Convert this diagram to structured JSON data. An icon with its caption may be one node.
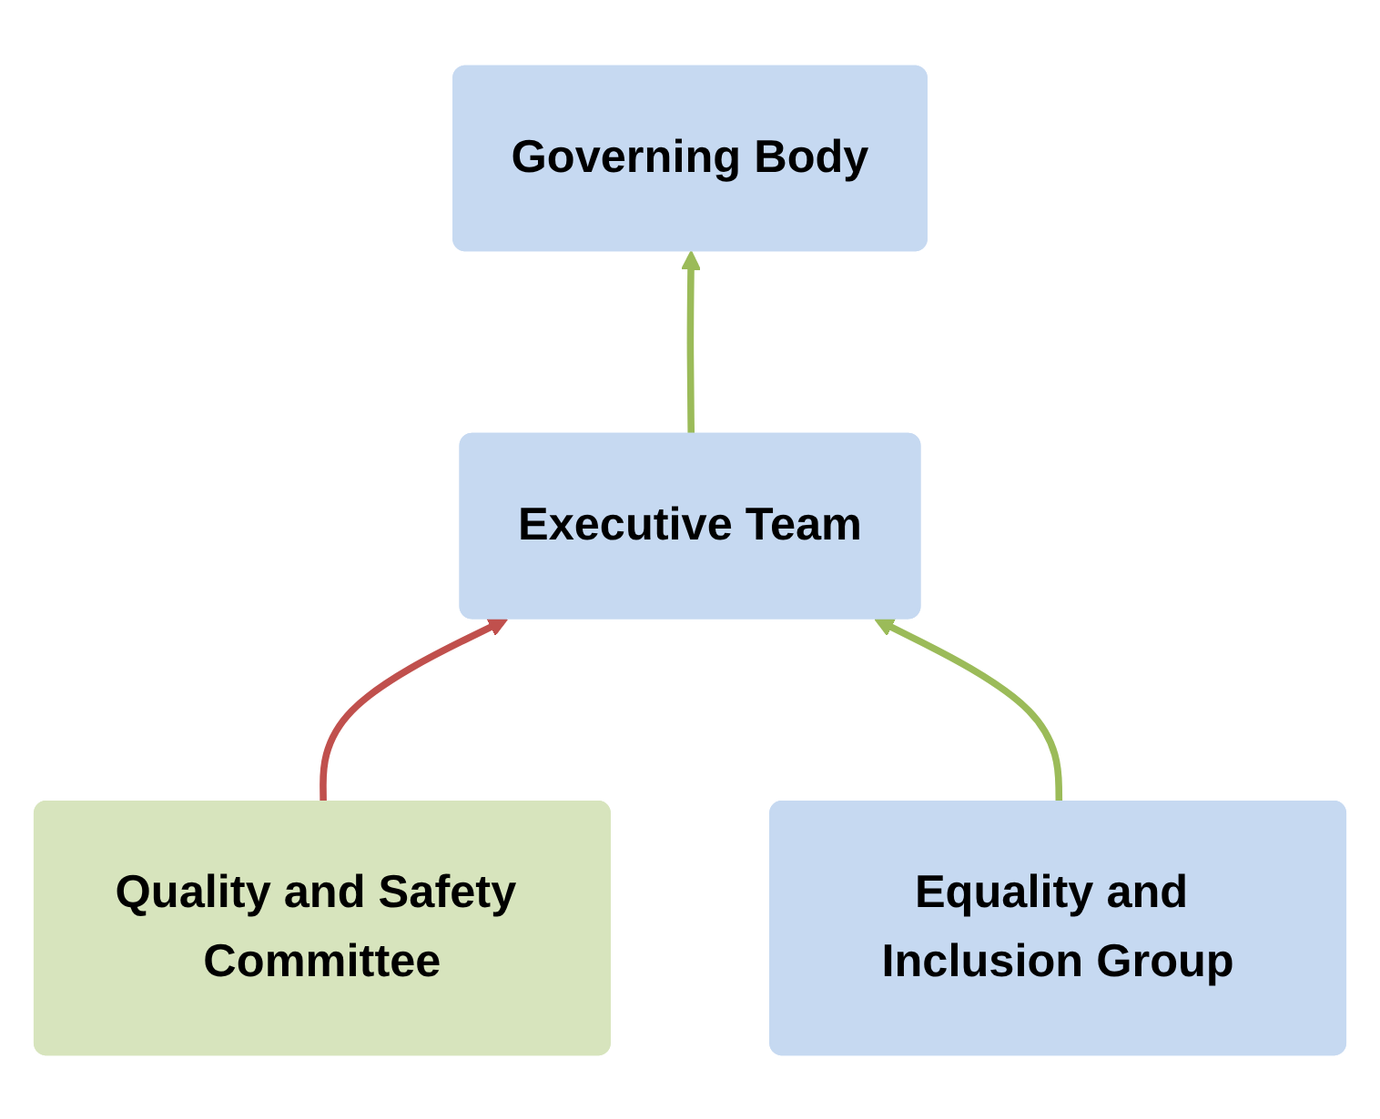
{
  "diagram": {
    "nodes": [
      {
        "text": [
          "Governing Body"
        ]
      },
      {
        "text": [
          "Executive Team"
        ]
      },
      {
        "text": [
          "Quality and Safety Committee"
        ]
      },
      {
        "text": [
          "Equality and Inclusion Group"
        ]
      }
    ],
    "edges": [
      {
        "from": 1,
        "to": 0,
        "arrow": "to"
      },
      {
        "from": 2,
        "to": 1,
        "arrow": "to",
        "color": "#c0504d"
      },
      {
        "from": 3,
        "to": 1,
        "arrow": "to"
      }
    ]
  }
}
